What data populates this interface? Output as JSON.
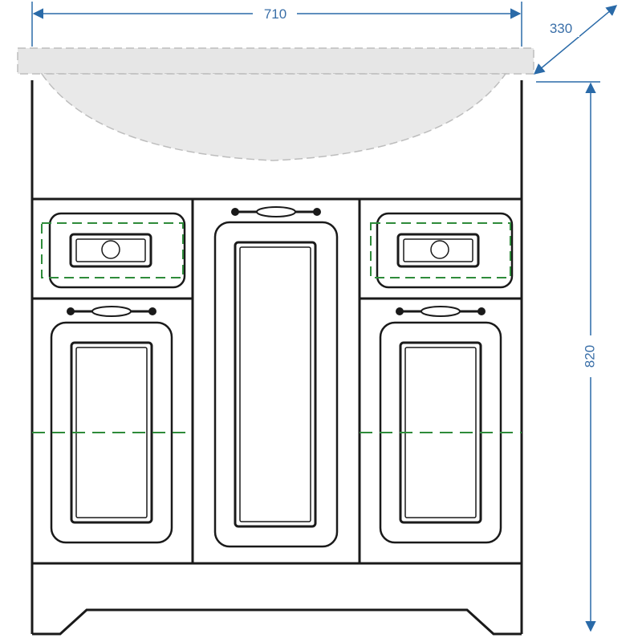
{
  "drawing": {
    "dimensions": {
      "width": {
        "value": "710"
      },
      "depth": {
        "value": "330"
      },
      "height": {
        "value": "820"
      }
    },
    "colors": {
      "dimension": "#2a6aa8",
      "outline": "#1a1a1a",
      "guide": "#2e8b3a",
      "basin": "#e6e6e6"
    }
  }
}
